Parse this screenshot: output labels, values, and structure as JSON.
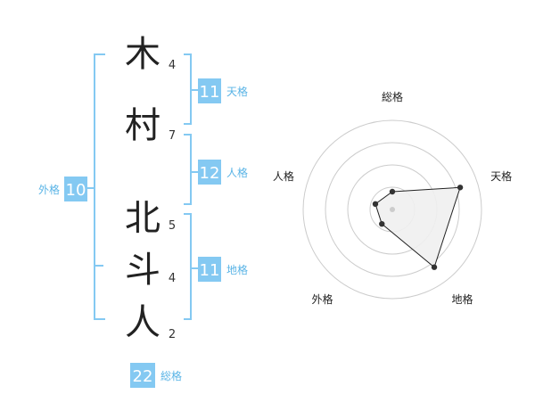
{
  "name": {
    "chars": [
      "木",
      "村",
      "北",
      "斗",
      "人"
    ],
    "strokes": [
      "4",
      "7",
      "5",
      "4",
      "2"
    ]
  },
  "fortunes": {
    "tenkaku": {
      "label": "天格",
      "value": "11"
    },
    "jinkaku": {
      "label": "人格",
      "value": "12"
    },
    "chikaku": {
      "label": "地格",
      "value": "11"
    },
    "gaikaku": {
      "label": "外格",
      "value": "10"
    },
    "soukaku": {
      "label": "総格",
      "value": "22"
    }
  },
  "colors": {
    "accent": "#84c9f2",
    "bracket": "#84c9f2",
    "label_text": "#5ab4e6",
    "kanji": "#222222",
    "radar_ring": "#cccccc",
    "radar_fill": "#f0f0f0"
  },
  "chart_data": {
    "type": "radar",
    "axes": [
      "総格",
      "天格",
      "地格",
      "外格",
      "人格"
    ],
    "values": [
      0.2,
      0.8,
      0.8,
      0.2,
      0.2
    ],
    "rings": 4,
    "max": 1
  }
}
